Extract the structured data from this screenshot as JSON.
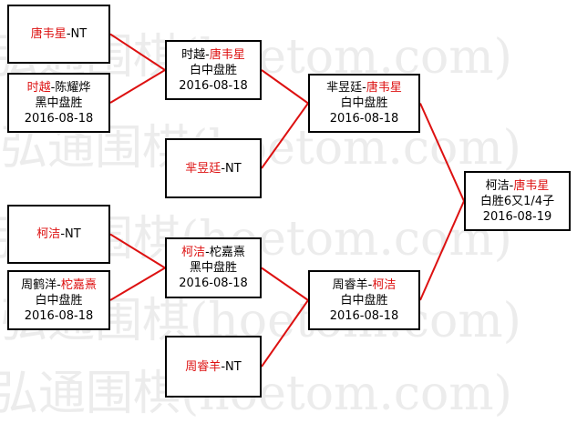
{
  "watermark": "弘通围棋(hoetom.com)",
  "line_color": "#dd1111",
  "name_color": "#dd1111",
  "boxes": {
    "r1m1": {
      "left": "唐韦星",
      "sep": "-",
      "right": "NT",
      "left_red": true,
      "right_red": false,
      "result": "",
      "date": ""
    },
    "r1m2": {
      "left": "时越",
      "sep": "-",
      "right": "陈耀烨",
      "left_red": true,
      "right_red": false,
      "result": "黑中盘胜",
      "date": "2016-08-18"
    },
    "r1m3": {
      "left": "芈昱廷",
      "sep": "-",
      "right": "NT",
      "left_red": true,
      "right_red": false,
      "result": "",
      "date": ""
    },
    "r1m4": {
      "left": "柯洁",
      "sep": "-",
      "right": "NT",
      "left_red": true,
      "right_red": false,
      "result": "",
      "date": ""
    },
    "r1m5": {
      "left": "周鹤洋",
      "sep": "-",
      "right": "柁嘉熹",
      "left_red": false,
      "right_red": true,
      "result": "白中盘胜",
      "date": "2016-08-18"
    },
    "r1m6": {
      "left": "周睿羊",
      "sep": "-",
      "right": "NT",
      "left_red": true,
      "right_red": false,
      "result": "",
      "date": ""
    },
    "r2m1": {
      "left": "时越",
      "sep": "-",
      "right": "唐韦星",
      "left_red": false,
      "right_red": true,
      "result": "白中盘胜",
      "date": "2016-08-18"
    },
    "r2m2": {
      "left": "柯洁",
      "sep": "-",
      "right": "柁嘉熹",
      "left_red": true,
      "right_red": false,
      "result": "黑中盘胜",
      "date": "2016-08-18"
    },
    "r3m1": {
      "left": "芈昱廷",
      "sep": "-",
      "right": "唐韦星",
      "left_red": false,
      "right_red": true,
      "result": "白中盘胜",
      "date": "2016-08-18"
    },
    "r3m2": {
      "left": "周睿羊",
      "sep": "-",
      "right": "柯洁",
      "left_red": false,
      "right_red": true,
      "result": "白中盘胜",
      "date": "2016-08-18"
    },
    "final": {
      "left": "柯洁",
      "sep": "-",
      "right": "唐韦星",
      "left_red": false,
      "right_red": true,
      "result": "白胜6又1/4子",
      "date": "2016-08-19"
    }
  }
}
